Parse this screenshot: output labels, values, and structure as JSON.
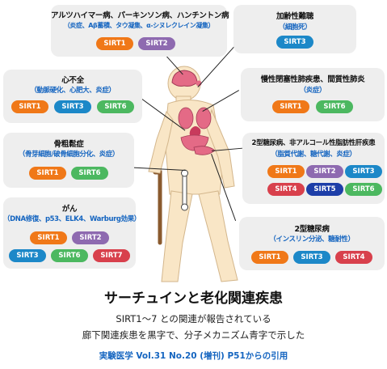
{
  "boxes": {
    "neuro": {
      "title": "アルツハイマー病、パーキンソン病、ハンチントン病",
      "sub": "（炎症、Aβ蓄積、タウ凝集、α-シヌレクレイン凝集）",
      "sirts": [
        "SIRT1",
        "SIRT2"
      ]
    },
    "hearing": {
      "title": "加齢性難聴",
      "sub": "（細胞死）",
      "sirts": [
        "SIRT3"
      ]
    },
    "heart": {
      "title": "心不全",
      "sub": "（動脈硬化、心肥大、炎症）",
      "sirts": [
        "SIRT1",
        "SIRT3",
        "SIRT6"
      ]
    },
    "copd": {
      "title": "慢性閉塞性肺疾患、間質性肺炎",
      "sub": "（炎症）",
      "sirts": [
        "SIRT1",
        "SIRT6"
      ]
    },
    "osteo": {
      "title": "骨粗鬆症",
      "sub": "（骨芽細胞/破骨細胞分化、炎症）",
      "sirts": [
        "SIRT1",
        "SIRT6"
      ]
    },
    "nafld": {
      "title": "2型糖尿病、非アルコール性脂肪性肝疾患",
      "sub": "（脂質代謝、糖代謝、炎症）",
      "sirts": [
        "SIRT1",
        "SIRT2",
        "SIRT3",
        "SIRT4",
        "SIRT5",
        "SIRT6"
      ]
    },
    "cancer": {
      "title": "がん",
      "sub": "（DNA修復、p53、ELK4、Warburg効果）",
      "sirts": [
        "SIRT1",
        "SIRT2",
        "SIRT3",
        "SIRT6",
        "SIRT7"
      ]
    },
    "t2d": {
      "title": "2型糖尿病",
      "sub": "（インスリン分泌、糖耐性）",
      "sirts": [
        "SIRT1",
        "SIRT3",
        "SIRT4"
      ]
    }
  },
  "footer": {
    "title": "サーチュインと老化関連疾患",
    "line1": "SIRT1〜7 との関連が報告されている",
    "line2": "廊下関連疾患を黒字で、分子メカニズム青字で示した",
    "citation": "実験医学 Vol.31 No.20 (増刊)  P51からの引用"
  },
  "colors": {
    "SIRT1": "#f07818",
    "SIRT2": "#8e6ab0",
    "SIRT3": "#1c88c8",
    "SIRT4": "#d8404c",
    "SIRT5": "#1d3ea8",
    "SIRT6": "#4cb860",
    "SIRT7": "#d8404c",
    "panel": "#eeeeee",
    "body": "#f9e6c6",
    "organ": "#e46a86",
    "subtitle": "#1565c0"
  }
}
